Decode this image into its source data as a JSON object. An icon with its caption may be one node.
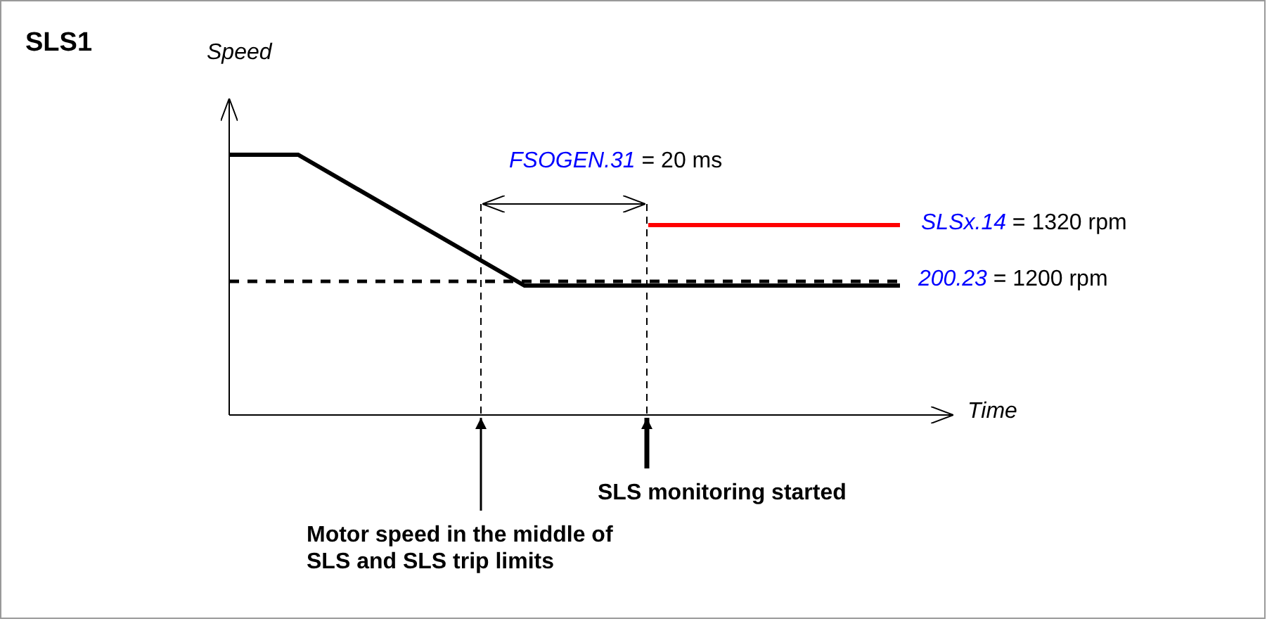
{
  "diagram": {
    "nodes": [
      {
        "text": [
          "Motor speed in the middle of SLS and SLS trip limits"
        ]
      },
      {
        "text": [
          "SLS monitoring started"
        ]
      }
    ],
    "edges": [
      {
        "from": 0,
        "to": null,
        "arrow": "to"
      },
      {
        "from": 1,
        "to": null,
        "arrow": "to",
        "style": "thick"
      }
    ],
    "labels": [
      "SLS1",
      "Speed",
      "*FSOGEN.31* = 20 ms",
      "*SLSx.14* = 1320 rpm",
      "*200.23* = 1200 rpm",
      "Time"
    ]
  }
}
